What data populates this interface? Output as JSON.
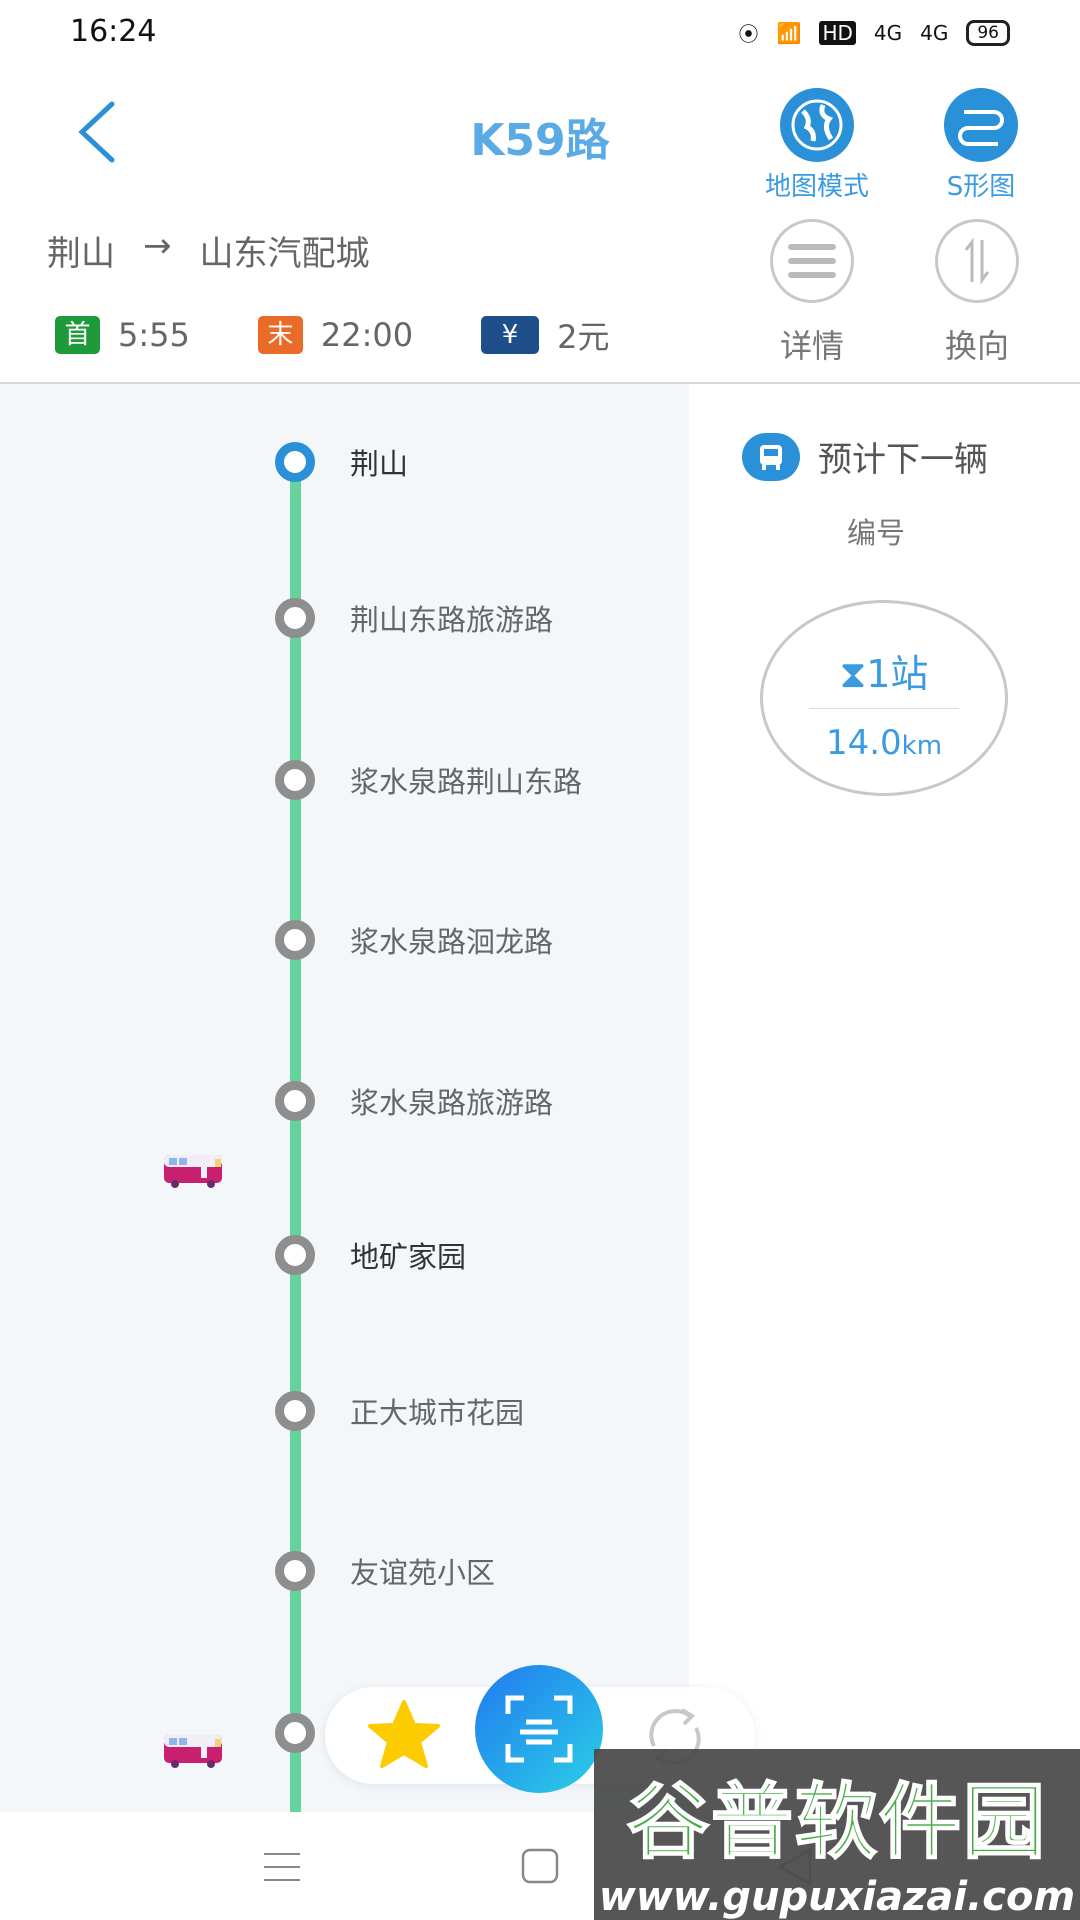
{
  "status_bar": {
    "time": "16:24",
    "hd": "HD",
    "net1": "4G",
    "net2": "4G",
    "battery": "96"
  },
  "header": {
    "title": "K59路",
    "map_mode_label": "地图模式",
    "s_map_label": "S形图"
  },
  "route": {
    "from": "荆山",
    "arrow": "→",
    "to": "山东汽配城"
  },
  "info": {
    "first_badge": "首",
    "first_time": "5:55",
    "last_badge": "末",
    "last_time": "22:00",
    "fare_badge": "¥",
    "fare": "2元"
  },
  "actions": {
    "details_label": "详情",
    "reverse_label": "换向"
  },
  "stations": [
    {
      "name": "荆山"
    },
    {
      "name": "荆山东路旅游路"
    },
    {
      "name": "浆水泉路荆山东路"
    },
    {
      "name": "浆水泉路洄龙路"
    },
    {
      "name": "浆水泉路旅游路"
    },
    {
      "name": "地矿家园"
    },
    {
      "name": "正大城市花园"
    },
    {
      "name": "友谊苑小区"
    },
    {
      "name": ""
    }
  ],
  "next_bus": {
    "title": "预计下一辆",
    "id_label": "编号",
    "stops": "1站",
    "distance": "14.0",
    "unit": "km"
  },
  "watermark": {
    "name": "谷普软件园",
    "url": "www.gupuxiazai.com"
  },
  "colors": {
    "accent": "#2a90d8",
    "line": "#66d29c",
    "first": "#1e9a3a",
    "last": "#ea6a28",
    "fare": "#1f4f8a"
  }
}
